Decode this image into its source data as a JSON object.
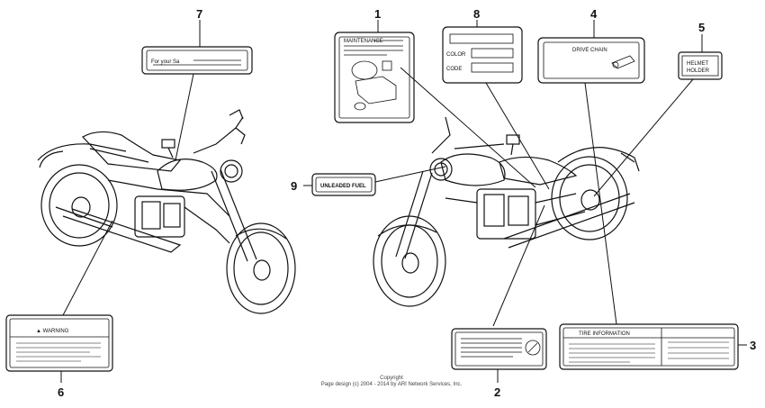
{
  "callouts": {
    "n1": "1",
    "n2": "2",
    "n3": "3",
    "n4": "4",
    "n5": "5",
    "n6": "6",
    "n7": "7",
    "n8": "8",
    "n9": "9"
  },
  "labels": {
    "drive_chain": "DRIVE CHAIN",
    "helmet_line1": "HELMET",
    "helmet_line2": "HOLDER",
    "warning": "▲ WARNING",
    "unleaded_fuel": "UNLEADED FUEL",
    "tire_information": "TIRE INFORMATION",
    "color": "COLOR",
    "code": "CODE",
    "label1_header": "MAINTENANCE",
    "label7_header": "For your Sa"
  },
  "footer": {
    "line1": "Copyright",
    "line2": "Page design (c) 2004 - 2014 by ARI Network Services, Inc."
  }
}
